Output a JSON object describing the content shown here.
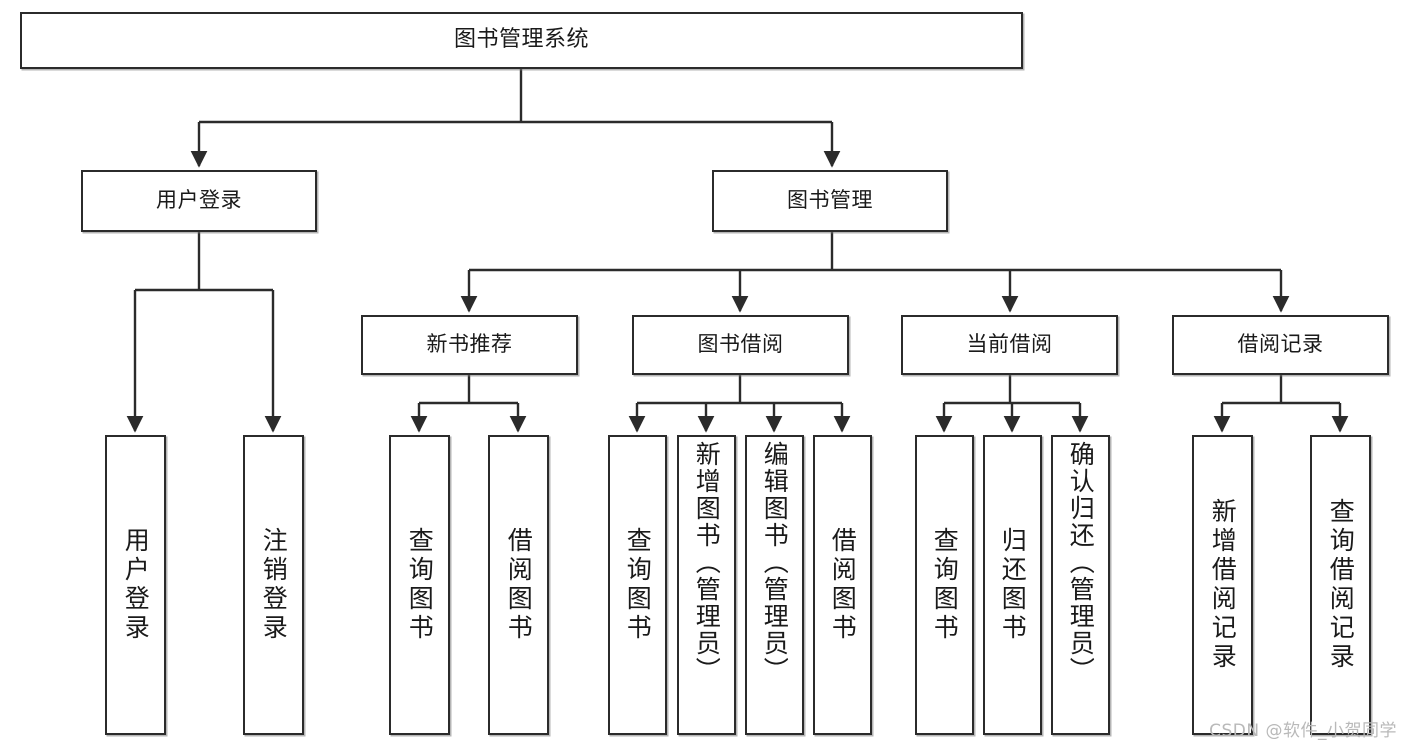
{
  "diagram": {
    "type": "tree-hierarchy",
    "title": "图书管理系统",
    "orientation": "top-down",
    "colors": {
      "node_border": "#2b2b2b",
      "node_fill": "#ffffff",
      "edge": "#2b2b2b",
      "text": "#1a1a1a",
      "watermark": "#b9b9b9",
      "background": "#ffffff"
    },
    "root": {
      "label": "图书管理系统"
    },
    "level1": [
      {
        "label": "用户登录"
      },
      {
        "label": "图书管理"
      }
    ],
    "level2": [
      {
        "label": "新书推荐"
      },
      {
        "label": "图书借阅"
      },
      {
        "label": "当前借阅"
      },
      {
        "label": "借阅记录"
      }
    ],
    "leaves": {
      "user_login": [
        {
          "label": "用户登录"
        },
        {
          "label": "注销登录"
        }
      ],
      "new_book_recommend": [
        {
          "label": "查询图书"
        },
        {
          "label": "借阅图书"
        }
      ],
      "book_borrow": [
        {
          "label": "查询图书"
        },
        {
          "label": "新增图书（管理员）"
        },
        {
          "label": "编辑图书（管理员）"
        },
        {
          "label": "借阅图书"
        }
      ],
      "current_borrow": [
        {
          "label": "查询图书"
        },
        {
          "label": "归还图书"
        },
        {
          "label": "确认归还（管理员）"
        }
      ],
      "borrow_record": [
        {
          "label": "新增借阅记录"
        },
        {
          "label": "查询借阅记录"
        }
      ]
    }
  },
  "watermark": {
    "text": "CSDN @软件_小贺同学"
  }
}
